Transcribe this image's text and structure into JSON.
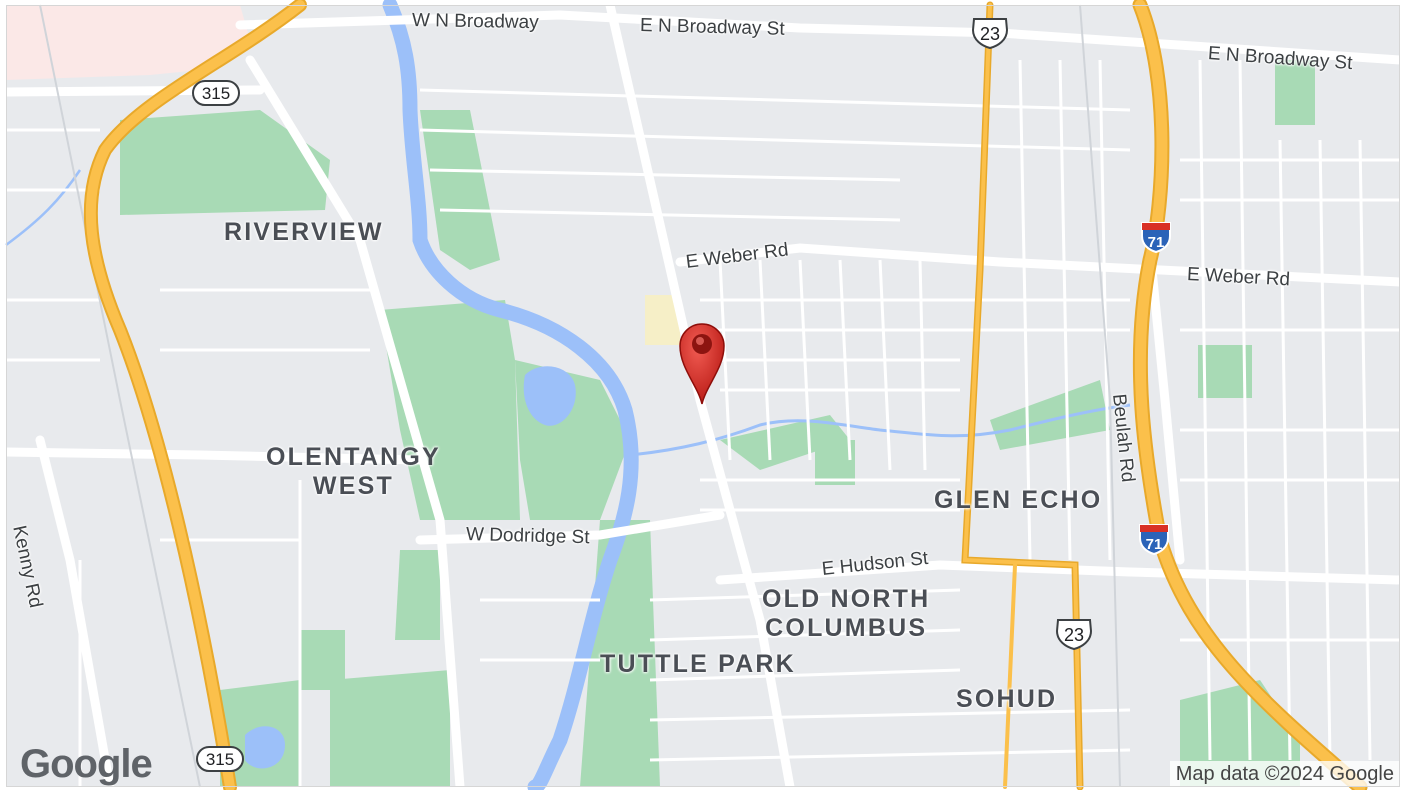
{
  "map": {
    "neighborhoods": [
      {
        "id": "riverview",
        "lines": [
          "RIVERVIEW"
        ]
      },
      {
        "id": "olentangy-west",
        "lines": [
          "OLENTANGY",
          "WEST"
        ]
      },
      {
        "id": "glen-echo",
        "lines": [
          "GLEN ECHO"
        ]
      },
      {
        "id": "old-north-columbus",
        "lines": [
          "OLD NORTH",
          "COLUMBUS"
        ]
      },
      {
        "id": "tuttle-park",
        "lines": [
          "TUTTLE PARK"
        ]
      },
      {
        "id": "sohud",
        "lines": [
          "SOHUD"
        ]
      }
    ],
    "streets": {
      "w_n_broadway": "W N Broadway",
      "e_n_broadway_st_center": "E N Broadway St",
      "e_n_broadway_st_right": "E N Broadway St",
      "e_weber_rd_center": "E Weber Rd",
      "e_weber_rd_right": "E Weber Rd",
      "w_dodridge_st": "W Dodridge St",
      "e_hudson_st": "E Hudson St",
      "kenny_rd": "Kenny Rd",
      "beulah_rd": "Beulah Rd"
    },
    "shields": {
      "sr315_top": "315",
      "sr315_bottom": "315",
      "us23_top": "23",
      "us23_bottom": "23",
      "i71_top": "71",
      "i71_bottom": "71"
    },
    "attribution": "Map data ©2024 Google",
    "logo": "Google",
    "colors": {
      "land": "#e8eaed",
      "park": "#a8dab5",
      "water": "#9cc0f9",
      "highway": "#fbc04b",
      "highway_edge": "#e8a92b",
      "road": "#ffffff",
      "pin": "#d93025",
      "campus": "#fbe8e7"
    }
  }
}
